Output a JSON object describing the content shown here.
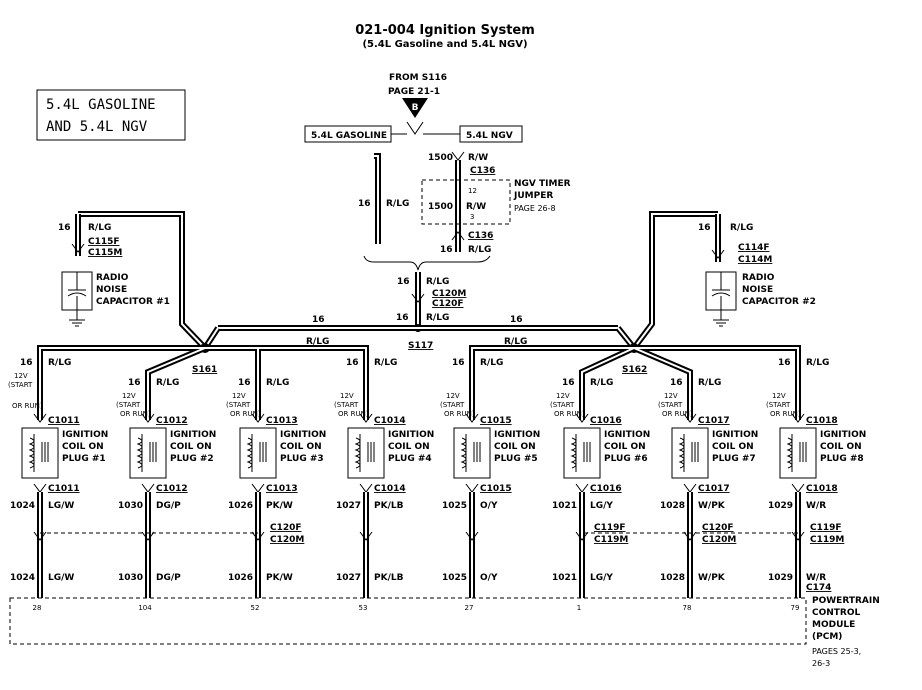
{
  "title": "021-004 Ignition System",
  "subtitle": "(5.4L Gasoline and 5.4L NGV)",
  "engine_box": [
    "5.4L GASOLINE",
    "AND 5.4L NGV"
  ],
  "source": {
    "from": "FROM S116",
    "page": "PAGE 21-1",
    "badge": "B"
  },
  "variant_labels": {
    "gasoline": "5.4L GASOLINE",
    "ngv": "5.4L NGV"
  },
  "ngv_jumper": {
    "circuit": "1500",
    "color": "R/W",
    "top_conn": "C136",
    "bottom_conn": "C136",
    "pin_top": "12",
    "pin_bottom": "3",
    "label": [
      "NGV TIMER",
      "JUMPER",
      "PAGE 26-8"
    ]
  },
  "main_feed": {
    "circuit": "16",
    "color": "R/LG",
    "connectors": [
      "C120M",
      "C120F"
    ],
    "splice": "S117"
  },
  "capacitors": [
    {
      "circuit": "16",
      "color": "R/LG",
      "conns": [
        "C115F",
        "C115M"
      ],
      "label": [
        "RADIO",
        "NOISE",
        "CAPACITOR #1"
      ]
    },
    {
      "circuit": "16",
      "color": "R/LG",
      "conns": [
        "C114F",
        "C114M"
      ],
      "label": [
        "RADIO",
        "NOISE",
        "CAPACITOR #2"
      ]
    }
  ],
  "splices": [
    "S161",
    "S162"
  ],
  "voltage_note": [
    "12V",
    "(START",
    "OR RUN)"
  ],
  "coil_label": [
    "IGNITION",
    "COIL ON"
  ],
  "coils": [
    {
      "plug": "PLUG #1",
      "conn": "C1011",
      "signal": "1024",
      "signal_color": "LG/W",
      "inline": "",
      "inline2": "",
      "pcm_pin": "28"
    },
    {
      "plug": "PLUG #2",
      "conn": "C1012",
      "signal": "1030",
      "signal_color": "DG/P",
      "inline": "",
      "inline2": "",
      "pcm_pin": "104"
    },
    {
      "plug": "PLUG #3",
      "conn": "C1013",
      "signal": "1026",
      "signal_color": "PK/W",
      "inline": "C120F",
      "inline2": "C120M",
      "pcm_pin": "52"
    },
    {
      "plug": "PLUG #4",
      "conn": "C1014",
      "signal": "1027",
      "signal_color": "PK/LB",
      "inline": "",
      "inline2": "",
      "pcm_pin": "53"
    },
    {
      "plug": "PLUG #5",
      "conn": "C1015",
      "signal": "1025",
      "signal_color": "O/Y",
      "inline": "",
      "inline2": "",
      "pcm_pin": "27"
    },
    {
      "plug": "PLUG #6",
      "conn": "C1016",
      "signal": "1021",
      "signal_color": "LG/Y",
      "inline": "C119F",
      "inline2": "C119M",
      "pcm_pin": "1"
    },
    {
      "plug": "PLUG #7",
      "conn": "C1017",
      "signal": "1028",
      "signal_color": "W/PK",
      "inline": "C120F",
      "inline2": "C120M",
      "pcm_pin": "78"
    },
    {
      "plug": "PLUG #8",
      "conn": "C1018",
      "signal": "1029",
      "signal_color": "W/R",
      "inline": "C119F",
      "inline2": "C119M",
      "pcm_pin": "79"
    }
  ],
  "pcm": {
    "conn": "C174",
    "label": [
      "POWERTRAIN",
      "CONTROL",
      "MODULE",
      "(PCM)",
      "PAGES 25-3,",
      "26-3"
    ]
  }
}
